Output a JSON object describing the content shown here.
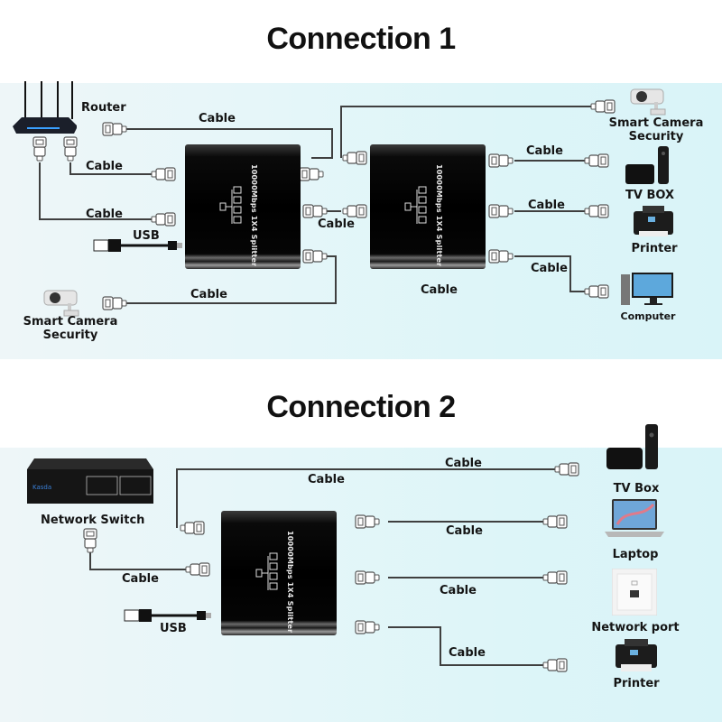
{
  "diagram": {
    "connection1": {
      "title": "Connection 1",
      "splitter_label": "10000Mbps 1X4 Splitter",
      "labels": {
        "router": "Router",
        "cable_top": "Cable",
        "cable_left_1": "Cable",
        "cable_left_2": "Cable",
        "usb": "USB",
        "cable_middle": "Cable",
        "cable_bottom_left": "Cable",
        "cable_bottom_right": "Cable",
        "cable_right_1": "Cable",
        "cable_right_2": "Cable",
        "cable_right_3": "Cable"
      },
      "devices": {
        "camera_left": [
          "Smart Camera",
          "Security"
        ],
        "camera_right": [
          "Smart Camera",
          "Security"
        ],
        "tv_box": "TV BOX",
        "printer": "Printer",
        "computer": "Computer"
      }
    },
    "connection2": {
      "title": "Connection 2",
      "splitter_label": "10000Mbps 1X4 Splitter",
      "labels": {
        "network_switch": "Network Switch",
        "cable_top_right": "Cable",
        "cable_top_left": "Cable",
        "cable_input": "Cable",
        "usb": "USB",
        "cable_out_1": "Cable",
        "cable_out_2": "Cable",
        "cable_out_3": "Cable"
      },
      "devices": {
        "tv_box": "TV Box",
        "laptop": "Laptop",
        "network_port": "Network port",
        "printer": "Printer"
      }
    },
    "colors": {
      "wire": "#3f3f3f",
      "splitter_body": "#000000",
      "panel_bg": "#e2f5f8"
    }
  }
}
